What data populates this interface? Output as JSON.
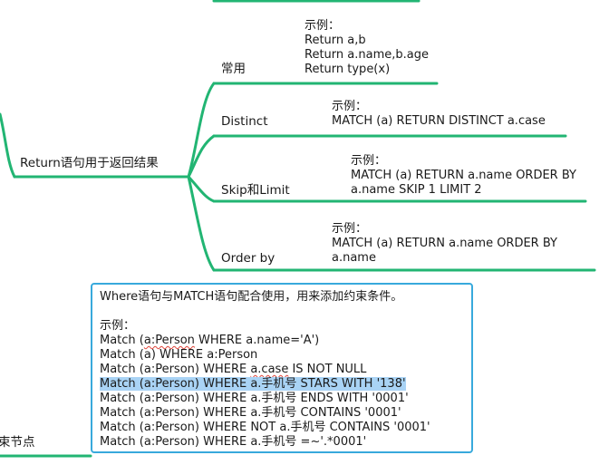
{
  "main_node": {
    "label": "Return语句用于返回结果"
  },
  "branches": [
    {
      "label": "常用",
      "example": [
        "示例：",
        "Return a,b",
        "Return a.name,b.age",
        "Return type(x)"
      ]
    },
    {
      "label": "Distinct",
      "example": [
        "示例：",
        "MATCH (a) RETURN DISTINCT a.case"
      ]
    },
    {
      "label": "Skip和Limit",
      "example": [
        "示例：",
        "MATCH (a) RETURN a.name ORDER BY",
        "a.name SKIP 1 LIMIT 2"
      ]
    },
    {
      "label": "Order by",
      "example": [
        "示例：",
        "MATCH (a) RETURN a.name ORDER BY",
        "a.name"
      ]
    }
  ],
  "where_box": {
    "intro": "Where语句与MATCH语句配合使用，用来添加约束条件。",
    "example_label": "示例：",
    "lines": [
      {
        "pre": "Match (",
        "squiggle": "a:Person",
        "post": " WHERE a.name='A')"
      },
      {
        "pre": "Match (a) WHERE a:Person",
        "squiggle": "",
        "post": ""
      },
      {
        "pre": "Match (a:Person) WHERE ",
        "squiggle": "a.case",
        "post": " IS NOT NULL"
      },
      {
        "pre": "Match (a:Person) WHERE a.手机号 STARS WITH '138'",
        "squiggle": "",
        "post": "",
        "highlight": true
      },
      {
        "pre": "Match (a:Person) WHERE a.手机号 ENDS WITH '0001'",
        "squiggle": "",
        "post": ""
      },
      {
        "pre": "Match (a:Person) WHERE a.手机号 CONTAINS '0001'",
        "squiggle": "",
        "post": ""
      },
      {
        "pre": "Match (a:Person) WHERE  NOT a.手机号 CONTAINS '0001'",
        "squiggle": "",
        "post": ""
      },
      {
        "pre": "Match (a:Person) WHERE a.手机号 =~'.*0001'",
        "squiggle": "",
        "post": ""
      }
    ]
  },
  "bottom_node": {
    "label": "束节点"
  },
  "colors": {
    "branch": "#22b573",
    "callout_border": "#38a9dc",
    "highlight": "#a9d3f5",
    "squiggle": "#e0463c"
  }
}
